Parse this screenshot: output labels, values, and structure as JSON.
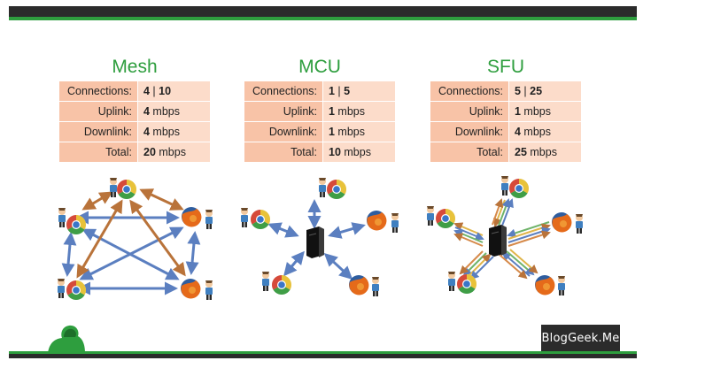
{
  "columns": [
    {
      "title": "Mesh",
      "rows": [
        {
          "label": "Connections:",
          "value_a": "4",
          "sep": " | ",
          "value_b": "10",
          "unit": ""
        },
        {
          "label": "Uplink:",
          "value_a": "4",
          "sep": "",
          "value_b": "",
          "unit": " mbps"
        },
        {
          "label": "Downlink:",
          "value_a": "4",
          "sep": "",
          "value_b": "",
          "unit": " mbps"
        },
        {
          "label": "Total:",
          "value_a": "20",
          "sep": "",
          "value_b": "",
          "unit": " mbps"
        }
      ]
    },
    {
      "title": "MCU",
      "rows": [
        {
          "label": "Connections:",
          "value_a": "1",
          "sep": " | ",
          "value_b": "5",
          "unit": ""
        },
        {
          "label": "Uplink:",
          "value_a": "1",
          "sep": "",
          "value_b": "",
          "unit": " mbps"
        },
        {
          "label": "Downlink:",
          "value_a": "1",
          "sep": "",
          "value_b": "",
          "unit": " mbps"
        },
        {
          "label": "Total:",
          "value_a": "10",
          "sep": "",
          "value_b": "",
          "unit": " mbps"
        }
      ]
    },
    {
      "title": "SFU",
      "rows": [
        {
          "label": "Connections:",
          "value_a": "5",
          "sep": " | ",
          "value_b": "25",
          "unit": ""
        },
        {
          "label": "Uplink:",
          "value_a": "1",
          "sep": "",
          "value_b": "",
          "unit": " mbps"
        },
        {
          "label": "Downlink:",
          "value_a": "4",
          "sep": "",
          "value_b": "",
          "unit": " mbps"
        },
        {
          "label": "Total:",
          "value_a": "25",
          "sep": "",
          "value_b": "",
          "unit": " mbps"
        }
      ]
    }
  ],
  "logo_text": "BlogGeek.Me",
  "colors": {
    "accent_green": "#2e9e3e",
    "dark_bar": "#2b2b2b",
    "label_cell": "#f8c3a7",
    "value_cell": "#fcdcca",
    "arrow_blue": "#5b7fc0",
    "arrow_brown": "#b9733a",
    "server": "#1a1a1a"
  },
  "icons": [
    "chrome-browser-icon",
    "firefox-browser-icon",
    "user-figure-icon",
    "server-icon",
    "logo-mascot-icon"
  ]
}
